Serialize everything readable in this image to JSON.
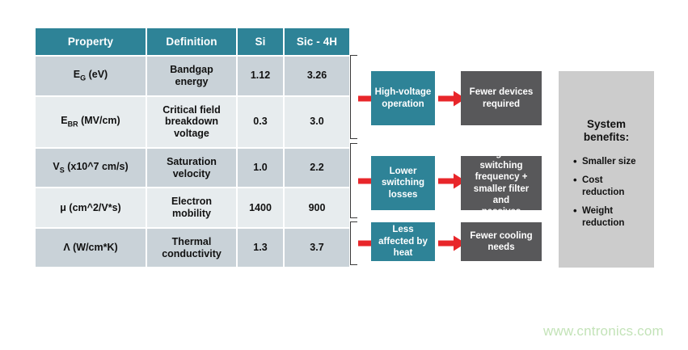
{
  "table": {
    "headers": [
      "Property",
      "Definition",
      "Si",
      "Sic - 4H"
    ],
    "rows": [
      {
        "property_main": "E",
        "property_sub": "G",
        "property_tail": " (eV)",
        "definition": "Bandgap\nenergy",
        "si": "1.12",
        "sic": "3.26"
      },
      {
        "property_main": "E",
        "property_sub": "BR",
        "property_tail": " (MV/cm)",
        "definition": "Critical field\nbreakdown\nvoltage",
        "si": "0.3",
        "sic": "3.0"
      },
      {
        "property_main": "V",
        "property_sub": "S",
        "property_tail": " (x10^7 cm/s)",
        "definition": "Saturation\nvelocity",
        "si": "1.0",
        "sic": "2.2"
      },
      {
        "property_main": "μ",
        "property_sub": "",
        "property_tail": " (cm^2/V*s)",
        "definition": "Electron\nmobility",
        "si": "1400",
        "sic": "900"
      },
      {
        "property_main": "Λ",
        "property_sub": "",
        "property_tail": " (W/cm*K)",
        "definition": "Thermal\nconductivity",
        "si": "1.3",
        "sic": "3.7"
      }
    ]
  },
  "flows": [
    {
      "cause": "High-voltage\noperation",
      "effect": "Fewer devices\nrequired"
    },
    {
      "cause": "Lower\nswitching\nlosses",
      "effect": "Higher switching\nfrequency +\nsmaller filter and\npassives"
    },
    {
      "cause": "Less\naffected by\nheat",
      "effect": "Fewer cooling\nneeds"
    }
  ],
  "benefits": {
    "title": "System\nbenefits:",
    "items": [
      "Smaller size",
      "Cost\nreduction",
      "Weight\nreduction"
    ]
  },
  "watermark": "www.cntronics.com",
  "colors": {
    "teal": "#2e8397",
    "dark_gray": "#58585a",
    "red_arrow": "#e8262a",
    "red_text": "#cc0000",
    "row_dark": "#c9d2d8",
    "row_light": "#e7ecee",
    "panel_gray": "#cccccc",
    "watermark_green": "#c3e3b8"
  }
}
